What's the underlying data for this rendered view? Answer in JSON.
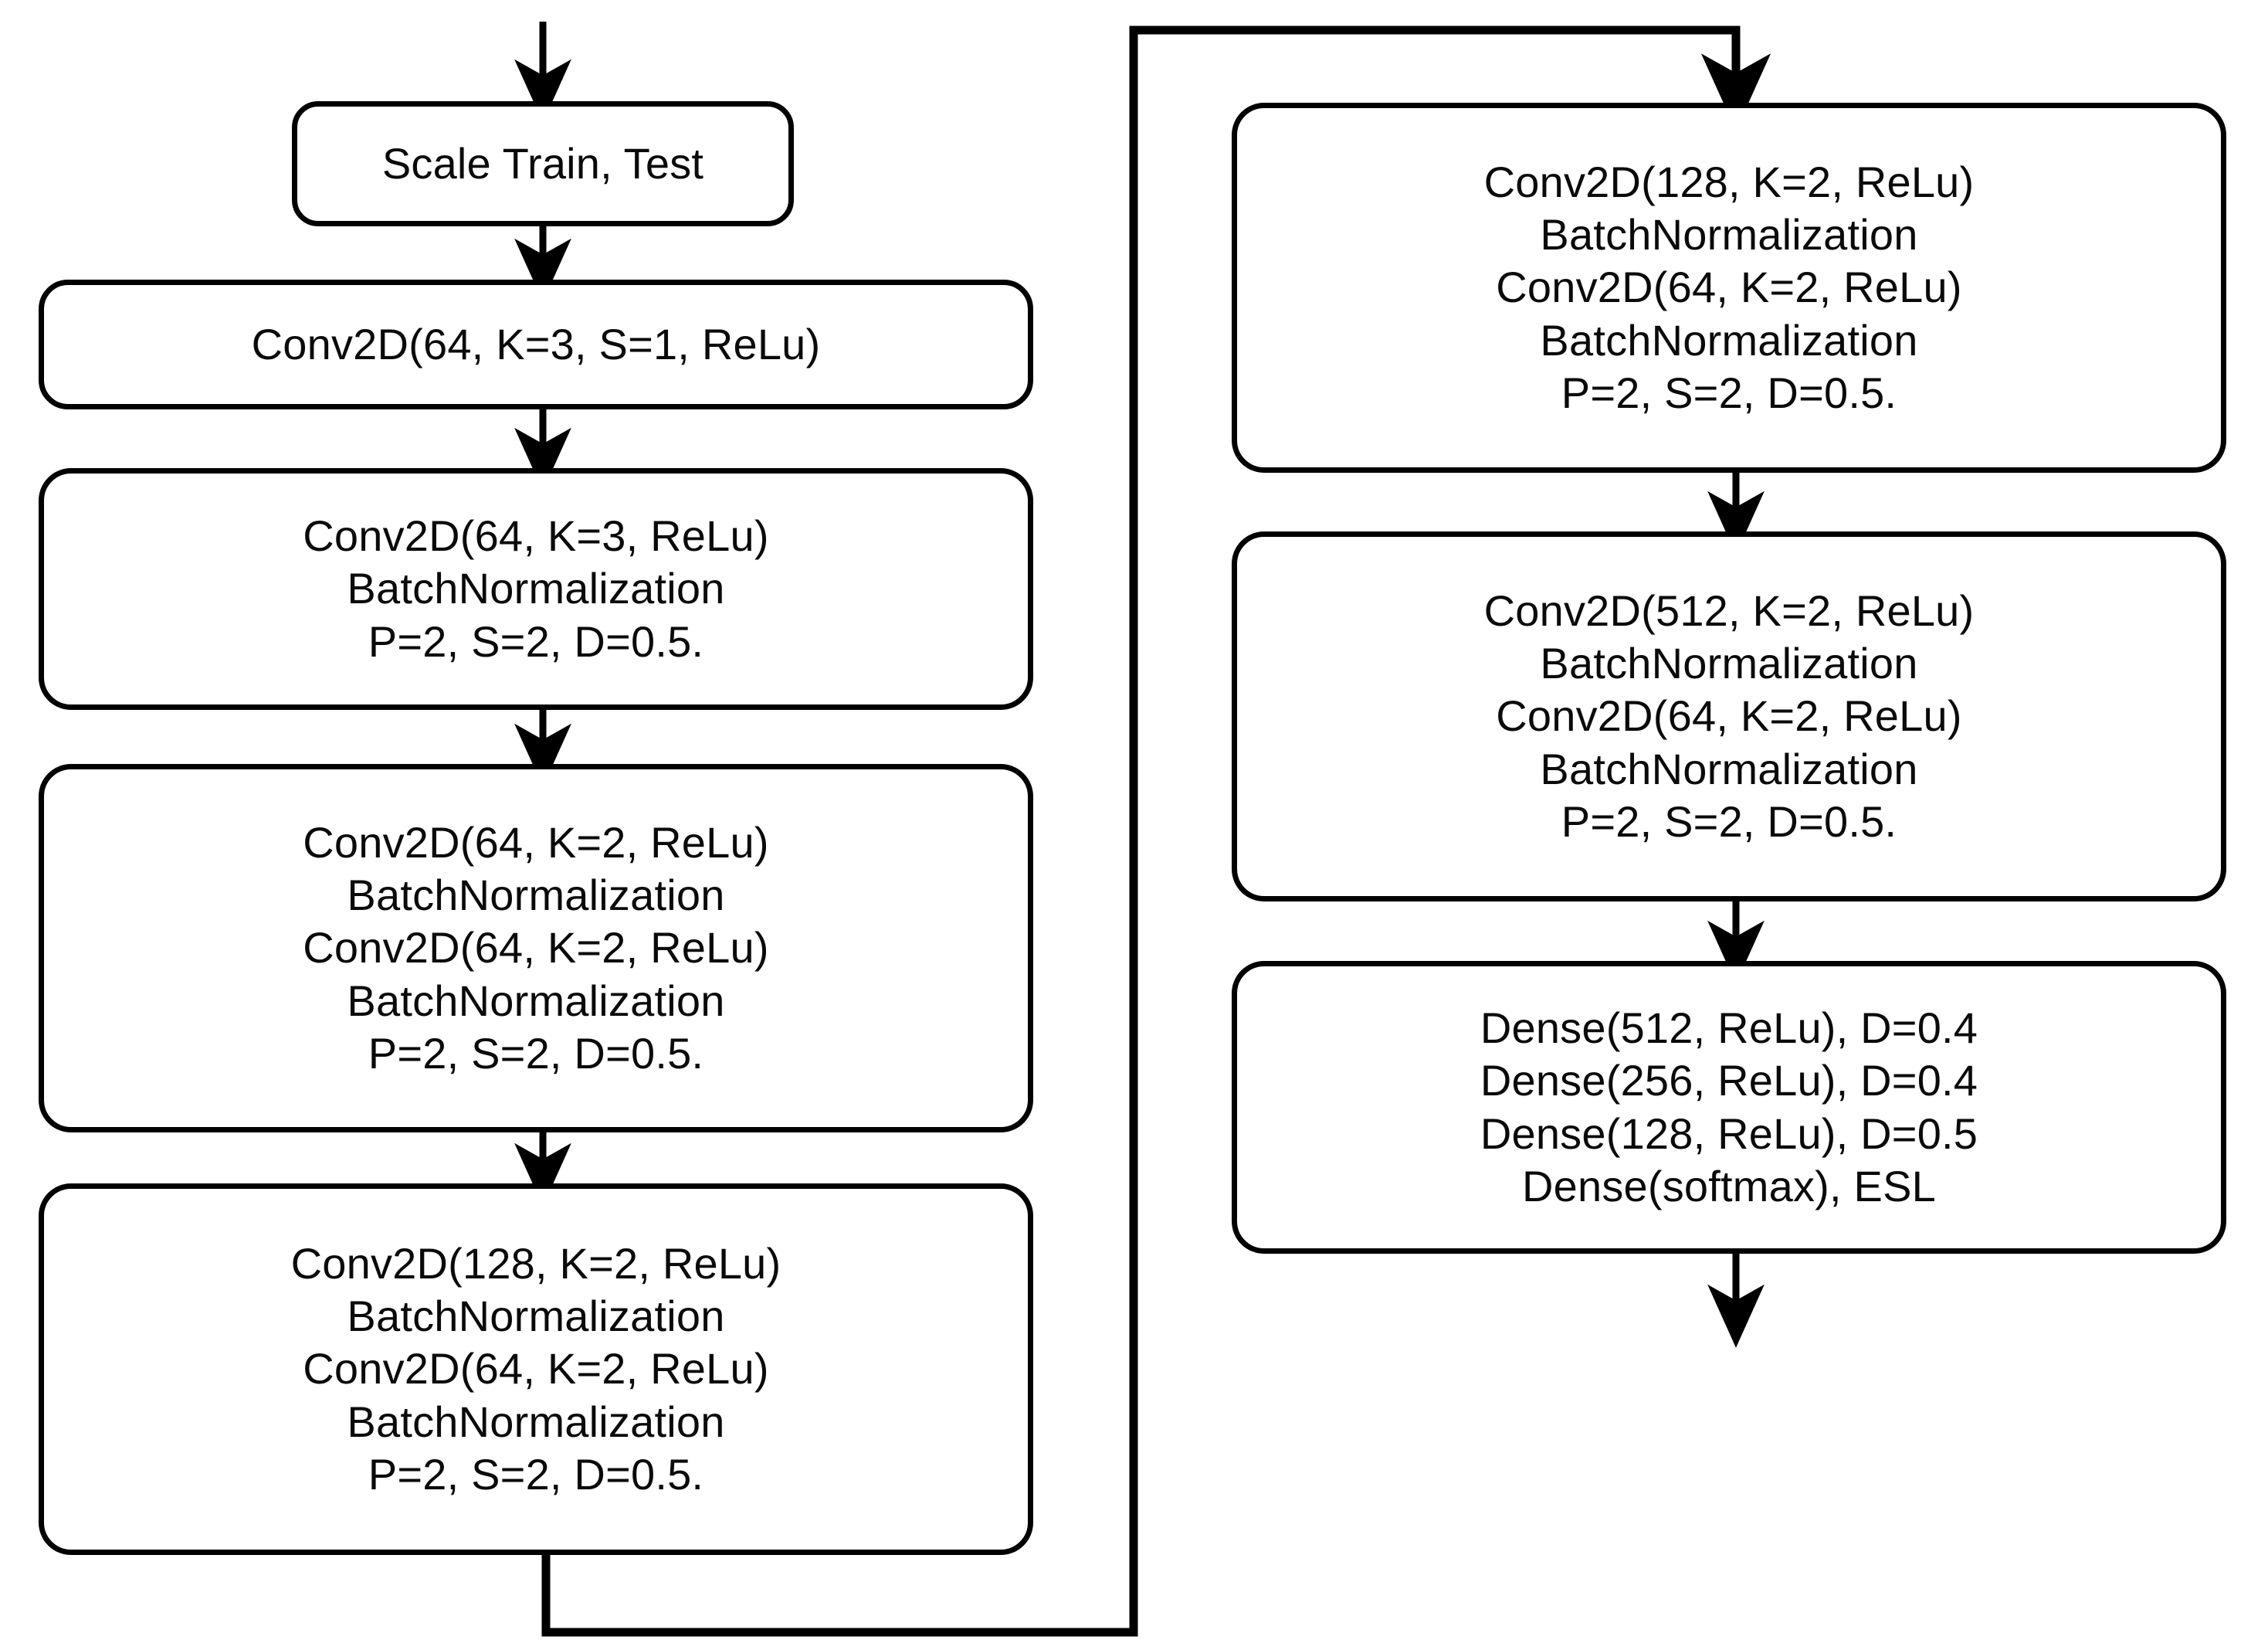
{
  "diagram": {
    "title": "CNN model architecture flowchart",
    "stroke_color": "#000000",
    "text_color": "#0a0a0a",
    "background_color": "#ffffff"
  },
  "nodes": {
    "scale": {
      "name": "scale-train-test",
      "lines": [
        "Scale Train, Test"
      ]
    },
    "conv64k3s1": {
      "name": "conv2d-64-k3-s1",
      "lines": [
        "Conv2D(64, K=3, S=1, ReLu)"
      ]
    },
    "block1": {
      "name": "conv-block-1",
      "lines": [
        "Conv2D(64, K=3, ReLu)",
        "BatchNormalization",
        "P=2, S=2, D=0.5."
      ]
    },
    "block2": {
      "name": "conv-block-2",
      "lines": [
        "Conv2D(64, K=2, ReLu)",
        "BatchNormalization",
        "Conv2D(64, K=2, ReLu)",
        "BatchNormalization",
        "P=2, S=2, D=0.5."
      ]
    },
    "block3": {
      "name": "conv-block-3",
      "lines": [
        "Conv2D(128, K=2, ReLu)",
        "BatchNormalization",
        "Conv2D(64, K=2, ReLu)",
        "BatchNormalization",
        "P=2, S=2, D=0.5."
      ]
    },
    "block4": {
      "name": "conv-block-4",
      "lines": [
        "Conv2D(128, K=2, ReLu)",
        "BatchNormalization",
        "Conv2D(64, K=2, ReLu)",
        "BatchNormalization",
        "P=2, S=2, D=0.5."
      ]
    },
    "block5": {
      "name": "conv-block-5",
      "lines": [
        "Conv2D(512, K=2, ReLu)",
        "BatchNormalization",
        "Conv2D(64, K=2, ReLu)",
        "BatchNormalization",
        "P=2, S=2, D=0.5."
      ]
    },
    "dense": {
      "name": "dense-head-block",
      "lines": [
        "Dense(512, ReLu), D=0.4",
        "Dense(256, ReLu), D=0.4",
        "Dense(128, ReLu), D=0.5",
        "Dense(softmax), ESL"
      ]
    }
  },
  "connectors": [
    {
      "name": "entry-arrow-into-scale",
      "from": "input",
      "to": "scale",
      "kind": "arrow-down"
    },
    {
      "name": "arrow-scale-to-conv64k3s1",
      "from": "scale",
      "to": "conv64k3s1",
      "kind": "arrow-down"
    },
    {
      "name": "arrow-conv64k3s1-to-block1",
      "from": "conv64k3s1",
      "to": "block1",
      "kind": "arrow-down"
    },
    {
      "name": "arrow-block1-to-block2",
      "from": "block1",
      "to": "block2",
      "kind": "arrow-down"
    },
    {
      "name": "arrow-block2-to-block3",
      "from": "block2",
      "to": "block3",
      "kind": "arrow-down"
    },
    {
      "name": "wrap-connector-block3-to-block4",
      "from": "block3",
      "to": "block4",
      "kind": "elbow-wrap-arrow"
    },
    {
      "name": "arrow-block4-to-block5",
      "from": "block4",
      "to": "block5",
      "kind": "arrow-down"
    },
    {
      "name": "arrow-block5-to-dense",
      "from": "block5",
      "to": "dense",
      "kind": "arrow-down"
    },
    {
      "name": "exit-arrow-from-dense",
      "from": "dense",
      "to": "output",
      "kind": "arrow-down"
    }
  ]
}
